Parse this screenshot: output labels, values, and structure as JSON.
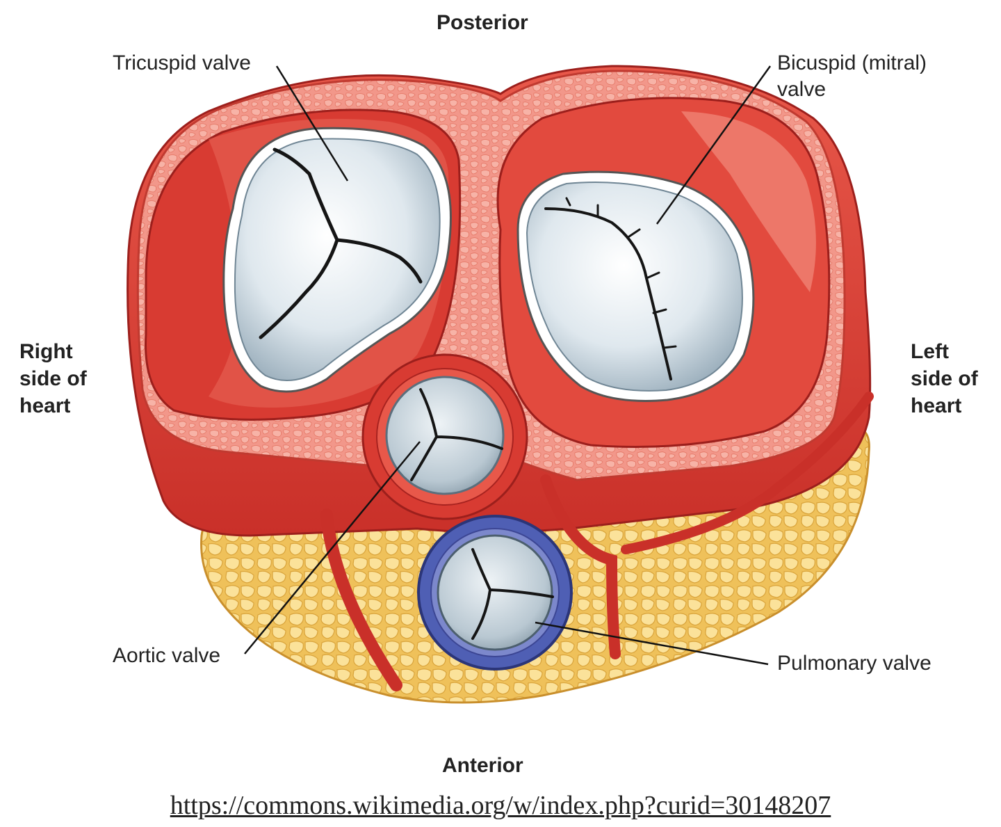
{
  "labels": {
    "posterior": "Posterior",
    "anterior": "Anterior",
    "right_side": [
      "Right",
      "side of",
      "heart"
    ],
    "left_side": [
      "Left",
      "side of",
      "heart"
    ],
    "tricuspid": "Tricuspid valve",
    "bicuspid": [
      "Bicuspid (mitral)",
      "valve"
    ],
    "aortic": "Aortic valve",
    "pulmonary": "Pulmonary valve"
  },
  "source_link": "https://commons.wikimedia.org/w/index.php?curid=30148207",
  "colors": {
    "muscle": "#e0453a",
    "muscle_dark": "#c42a26",
    "muscle_light": "#f07c6c",
    "fibrous_ring": "#f4a08e",
    "fat": "#f7d77a",
    "valve_leaflet": "#dfe8ee",
    "pulmonary_ring": "#4f5fb4"
  }
}
